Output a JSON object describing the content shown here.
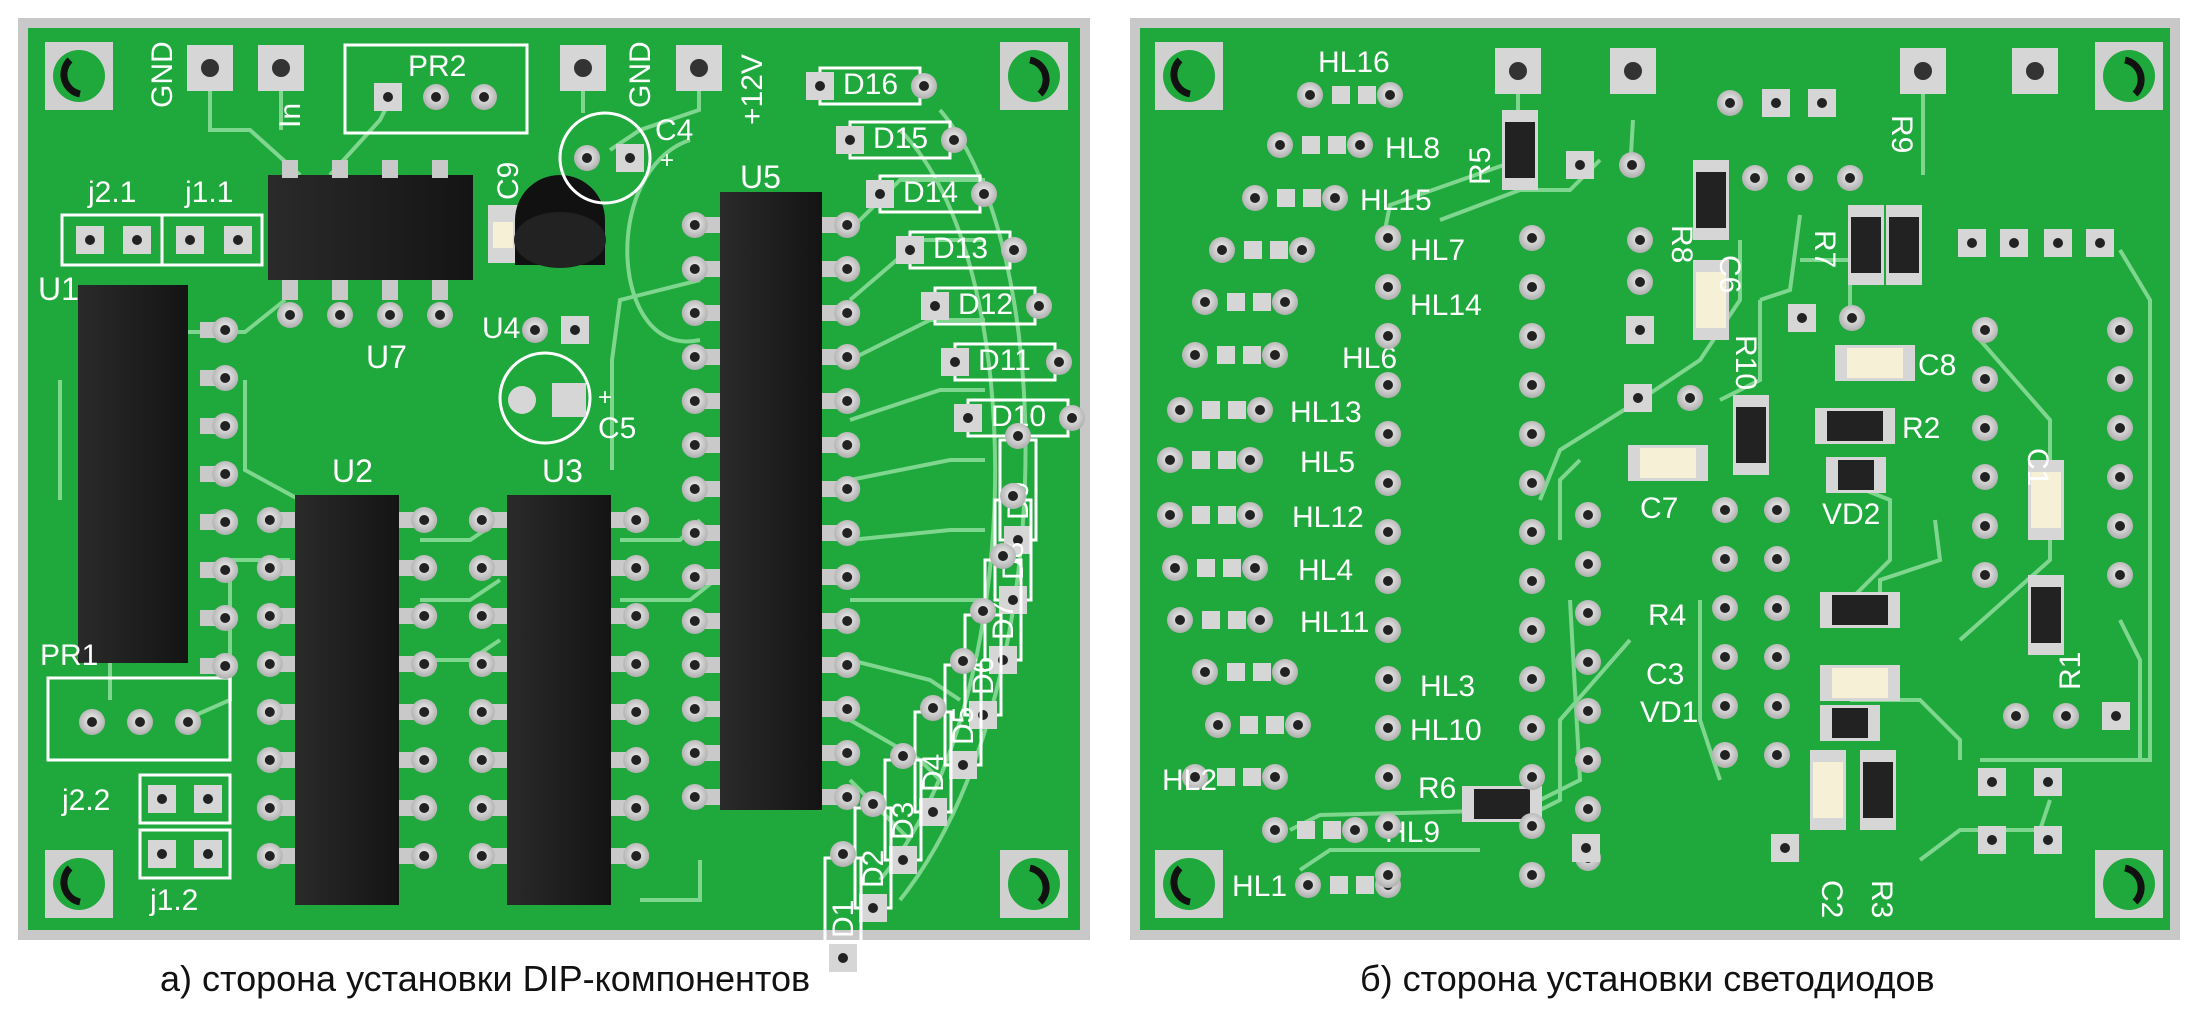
{
  "colors": {
    "board": "#1fa83c",
    "board_border": "#c8c8c8",
    "trace": "#7fd68e",
    "silk": "#ffffff",
    "chip": "#1d1d1d",
    "pin": "#c9c9c9",
    "pad": "#d8d8d8",
    "smd_cap": "#f5f0d6"
  },
  "captions": {
    "a": "а) сторона установки DIP-компонентов",
    "b": "б)  сторона установки светодиодов"
  },
  "left_board": {
    "labels": {
      "gnd_left": "GND",
      "in": "In",
      "pr2": "PR2",
      "gnd_right": "GND",
      "v12": "+12V",
      "c4": "C4",
      "c9": "C9",
      "u7": "U7",
      "u4": "U4",
      "c5": "C5",
      "u5": "U5",
      "u2": "U2",
      "u3": "U3",
      "u1": "U1",
      "pr1": "PR1",
      "j2_1": "j2.1",
      "j1_1": "j1.1",
      "j2_2": "j2.2",
      "j1_2": "j1.2",
      "plus_c4": "+",
      "plus_c5": "+"
    },
    "diodes": [
      "D16",
      "D15",
      "D14",
      "D13",
      "D12",
      "D11",
      "D10",
      "D9",
      "D8",
      "D7",
      "D6",
      "D5",
      "D4",
      "D3",
      "D2",
      "D1"
    ]
  },
  "right_board": {
    "leds": [
      "HL16",
      "HL8",
      "HL15",
      "HL7",
      "HL14",
      "HL6",
      "HL13",
      "HL5",
      "HL12",
      "HL4",
      "HL11",
      "HL3",
      "HL10",
      "HL2",
      "HL9",
      "HL1"
    ],
    "labels": {
      "r5": "R5",
      "r8": "R8",
      "r9": "R9",
      "r7": "R7",
      "c6": "C6",
      "r10": "R10",
      "c8": "C8",
      "r2": "R2",
      "c7": "C7",
      "vd2": "VD2",
      "c1": "C1",
      "r4": "R4",
      "c3": "C3",
      "vd1": "VD1",
      "r1": "R1",
      "r6": "R6",
      "c2": "C2",
      "r3": "R3"
    }
  }
}
